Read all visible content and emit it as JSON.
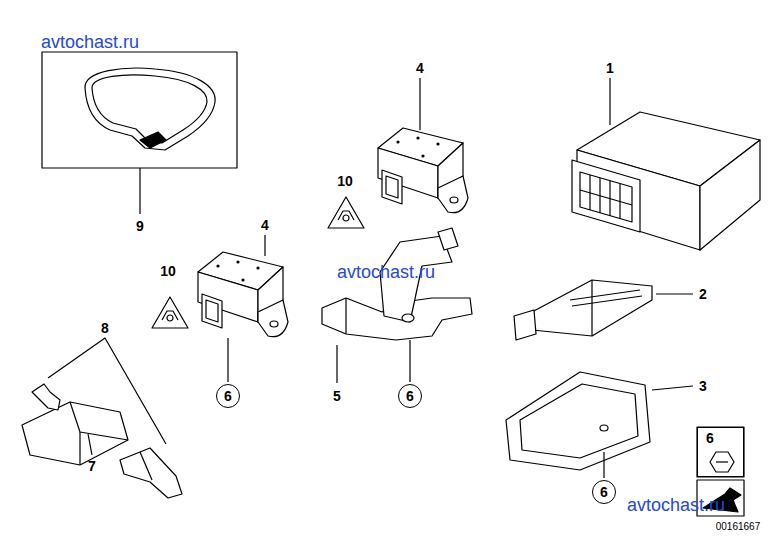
{
  "diagram": {
    "nodes": [
      {
        "text": [
          "6"
        ]
      },
      {
        "text": [
          "6"
        ]
      },
      {
        "text": [
          "6"
        ]
      },
      {
        "text": [
          "6"
        ]
      }
    ],
    "labels": [
      "avtochast.ru",
      "4",
      "1",
      "10",
      "9",
      "4",
      "avtochast.ru",
      "10",
      "2",
      "8",
      "3",
      "5",
      "7",
      "avtochast.ru",
      "00161667"
    ]
  }
}
